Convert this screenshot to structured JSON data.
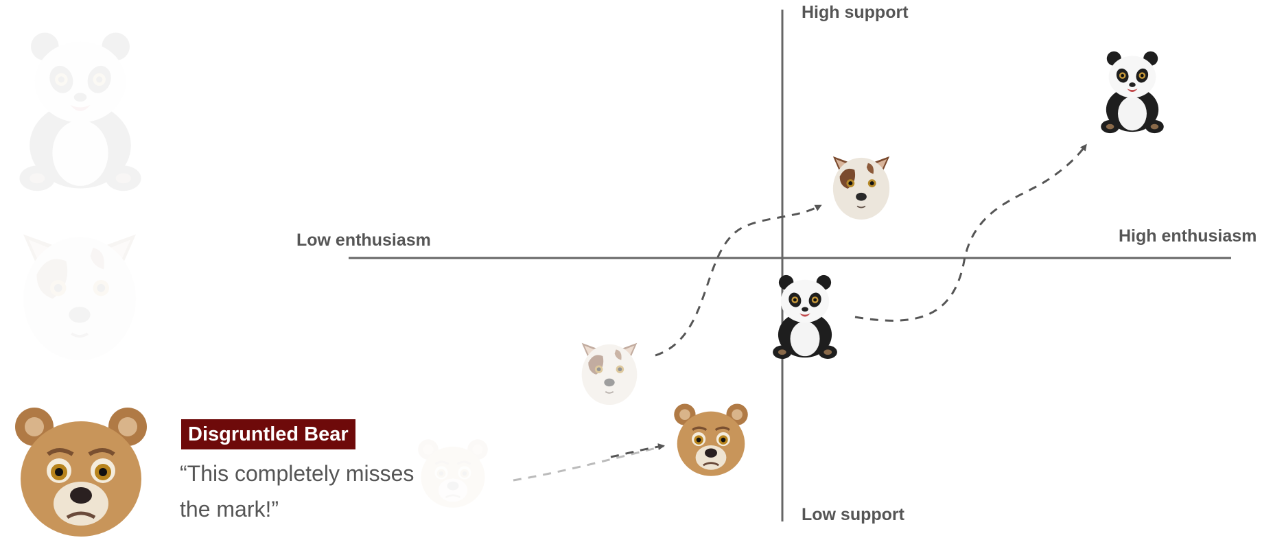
{
  "axes": {
    "vertical": {
      "top_label": "High support",
      "bottom_label": "Low support"
    },
    "horizontal": {
      "left_label": "Low enthusiasm",
      "right_label": "High enthusiasm"
    }
  },
  "speaker": {
    "name": "Disgruntled Bear",
    "quote_line1": "“This completely misses",
    "quote_line2": "the mark!”"
  },
  "colors": {
    "axis": "#666666",
    "arrow": "#555555",
    "badge_background": "#6e0a0a",
    "badge_text": "#ffffff",
    "label_text": "#555555",
    "bear_fur": "#c8955a",
    "panda_black": "#1e1e1e",
    "dog_fur": "#ece6dc",
    "dog_patch": "#7a4a2e"
  },
  "icons": [
    "panda-icon",
    "dog-icon",
    "bear-icon"
  ]
}
